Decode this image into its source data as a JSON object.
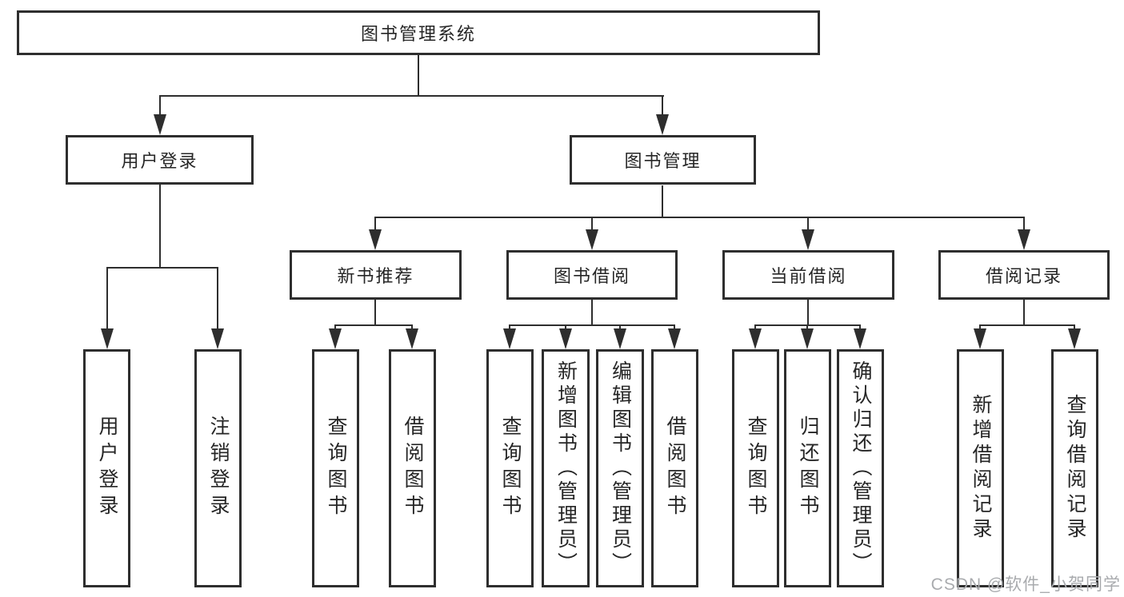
{
  "root": {
    "label": "图书管理系统"
  },
  "branches": {
    "login": {
      "label": "用户登录",
      "children": [
        {
          "label": "用户登录"
        },
        {
          "label": "注销登录"
        }
      ]
    },
    "management": {
      "label": "图书管理",
      "children": [
        {
          "label": "新书推荐",
          "children": [
            {
              "label": "查询图书"
            },
            {
              "label": "借阅图书"
            }
          ]
        },
        {
          "label": "图书借阅",
          "children": [
            {
              "label": "查询图书"
            },
            {
              "label": "新增图书（管理员）"
            },
            {
              "label": "编辑图书（管理员）"
            },
            {
              "label": "借阅图书"
            }
          ]
        },
        {
          "label": "当前借阅",
          "children": [
            {
              "label": "查询图书"
            },
            {
              "label": "归还图书"
            },
            {
              "label": "确认归还（管理员）"
            }
          ]
        },
        {
          "label": "借阅记录",
          "children": [
            {
              "label": "新增借阅记录"
            },
            {
              "label": "查询借阅记录"
            }
          ]
        }
      ]
    }
  },
  "watermark": "CSDN @软件_小贺同学",
  "colors": {
    "line": "#2e2e2e",
    "text": "#262626",
    "watermark": "#a9abae",
    "background": "#ffffff"
  }
}
